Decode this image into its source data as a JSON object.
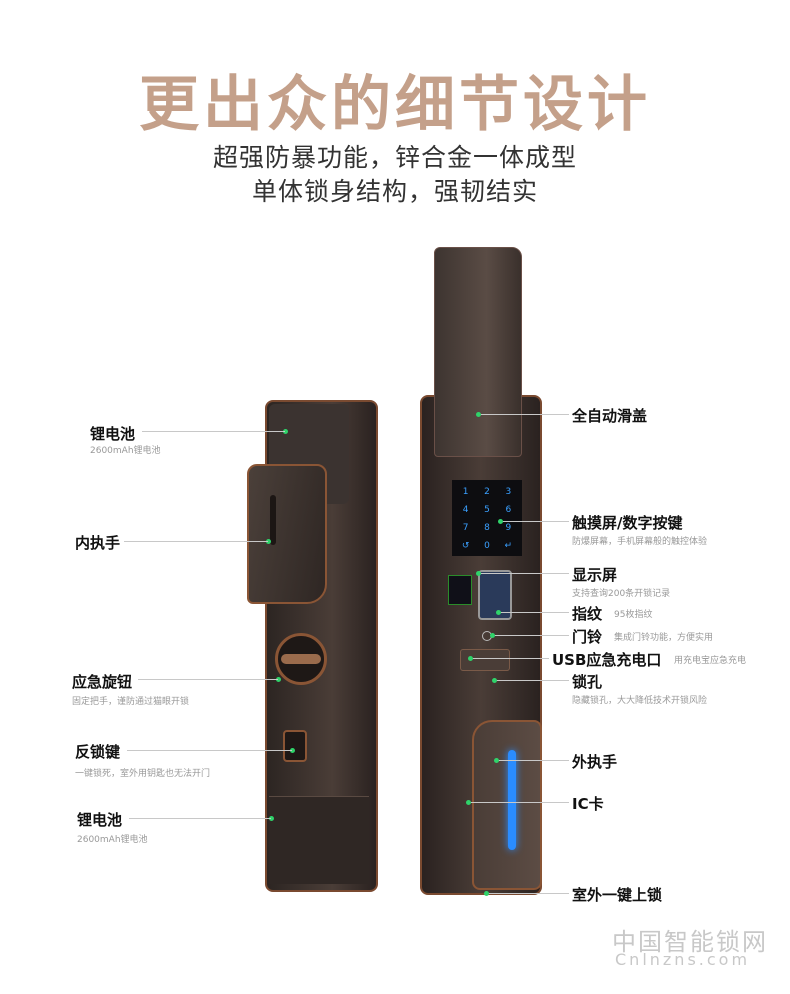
{
  "header": {
    "title": "更出众的细节设计",
    "subtitle_line1": "超强防暴功能，锌合金一体成型",
    "subtitle_line2": "单体锁身结构，强韧结实"
  },
  "left_labels": [
    {
      "label": "锂电池",
      "desc": "2600mAh锂电池"
    },
    {
      "label": "内执手",
      "desc": ""
    },
    {
      "label": "应急旋钮",
      "desc": "固定把手，谨防通过猫眼开锁"
    },
    {
      "label": "反锁键",
      "desc": "一键锁死，室外用钥匙也无法开门"
    },
    {
      "label": "锂电池",
      "desc": "2600mAh锂电池"
    }
  ],
  "right_labels": [
    {
      "label": "全自动滑盖",
      "desc": ""
    },
    {
      "label": "触摸屏/数字按键",
      "desc": "防爆屏幕，手机屏幕般的触控体验"
    },
    {
      "label": "显示屏",
      "desc": "支持查询200条开锁记录"
    },
    {
      "label": "指纹",
      "desc": "95枚指纹"
    },
    {
      "label": "门铃",
      "desc": "集成门铃功能，方便实用"
    },
    {
      "label": "USB应急充电口",
      "desc": "用充电宝应急充电"
    },
    {
      "label": "锁孔",
      "desc": "隐藏锁孔，大大降低技术开锁风险"
    },
    {
      "label": "外执手",
      "desc": ""
    },
    {
      "label": "IC卡",
      "desc": ""
    },
    {
      "label": "室外一键上锁",
      "desc": ""
    }
  ],
  "keypad": [
    "1",
    "2",
    "3",
    "4",
    "5",
    "6",
    "7",
    "8",
    "9",
    "↺",
    "0",
    "↵"
  ],
  "colors": {
    "title": "#c4a08a",
    "lock_body": "#3a302c",
    "accent_dot": "#2fd36a",
    "blue_light": "#2a8cff"
  },
  "watermark": {
    "line1": "中国智能锁网",
    "line2": "Cnlnzns.com"
  }
}
